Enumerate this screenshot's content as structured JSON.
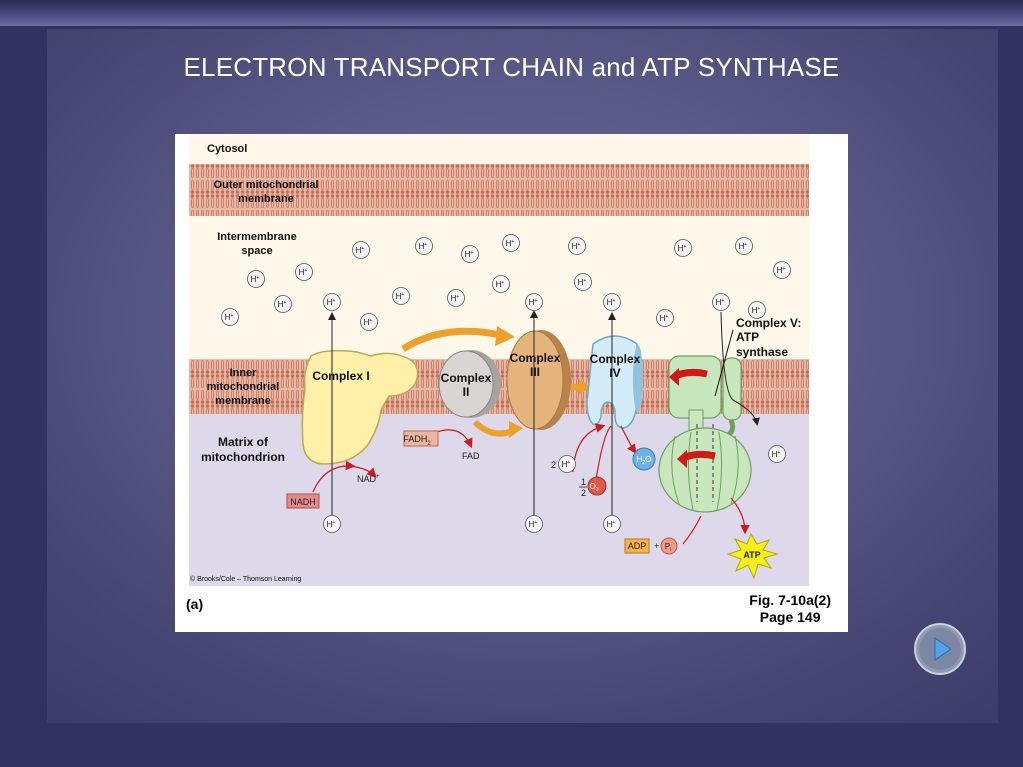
{
  "slide": {
    "title": "ELECTRON TRANSPORT CHAIN and ATP SYNTHASE"
  },
  "figure": {
    "labels": {
      "cytosol": "Cytosol",
      "outer_membrane": [
        "Outer mitochondrial",
        "membrane"
      ],
      "intermembrane_space": [
        "Intermembrane",
        "space"
      ],
      "inner_membrane": [
        "Inner",
        "mitochondrial",
        "membrane"
      ],
      "matrix": [
        "Matrix of",
        "mitochondrion"
      ],
      "complex_1": "Complex I",
      "complex_2": [
        "Complex",
        "II"
      ],
      "complex_3": [
        "Complex",
        "III"
      ],
      "complex_4": [
        "Complex",
        "IV"
      ],
      "complex_5": [
        "Complex V:",
        "ATP",
        "synthase"
      ]
    },
    "molecules": {
      "nadh": "NADH",
      "nad": "NAD",
      "nad_sup": "+",
      "fadh2": "FADH",
      "fadh2_sub": "2",
      "fad": "FAD",
      "h_plus": "H",
      "h_sup": "+",
      "two": "2",
      "half_num": "1",
      "half_den": "2",
      "o2": "O",
      "o2_sub": "2",
      "h2o": "H",
      "h2o_sub": "2",
      "h2o_o": "O",
      "adp": "ADP",
      "plus": "+",
      "pi": "P",
      "pi_sub": "i",
      "atp": "ATP"
    },
    "copyright": "© Brooks/Cole – Thomson Learning",
    "panel_letter": "(a)",
    "fig_ref": "Fig. 7-10a(2)",
    "page_ref": "Page 149"
  },
  "colors": {
    "slide_bg": "#32315f",
    "intermembrane": "#fdf8ea",
    "matrix": "#ddd8ea",
    "membrane": "#eab9a5",
    "complex_1": "#fef0a8",
    "complex_2": "#d9d5d3",
    "complex_3": "#e4b47c",
    "complex_4": "#d4ecf8",
    "complex_5": "#c9e7bd",
    "arrow_orange": "#eba12a",
    "arrow_red": "#d01a1a"
  },
  "icons": {
    "next": "play-triangle-icon"
  }
}
